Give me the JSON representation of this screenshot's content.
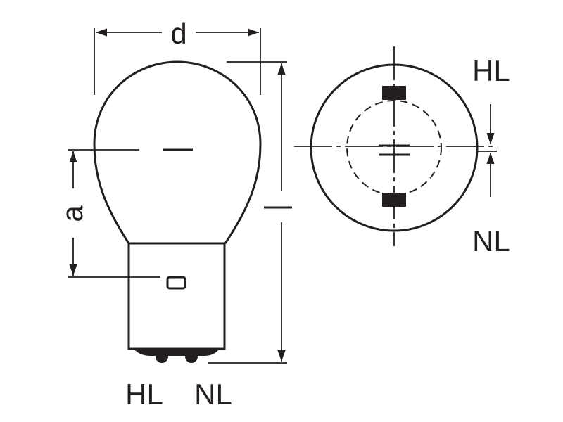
{
  "labels": {
    "diameter": "d",
    "height": "l",
    "offset": "a",
    "top_right": "HL",
    "bottom_right": "NL",
    "base_left": "HL",
    "base_right": "NL"
  },
  "colors": {
    "ink": "#231f20",
    "background": "#ffffff"
  }
}
